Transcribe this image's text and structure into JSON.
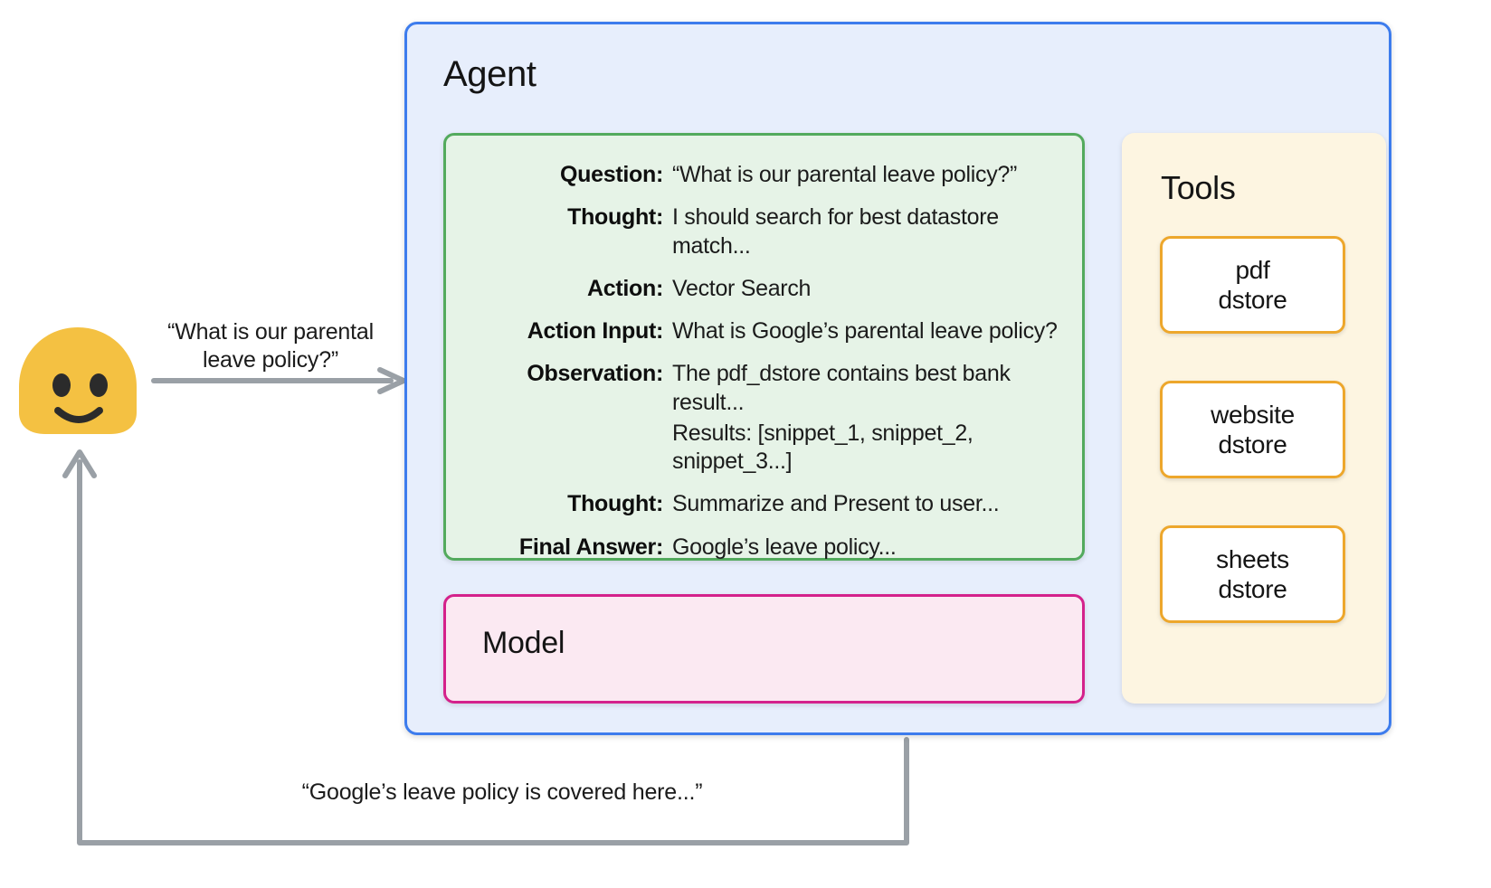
{
  "user": {
    "avatar_name": "user-blob-avatar",
    "avatar_color": "#f4c142",
    "question_bubble": "“What is our parental\nleave policy?”",
    "answer_bubble": "“Google’s leave policy is covered here...”"
  },
  "agent": {
    "title": "Agent",
    "border_color": "#3d7ced",
    "fill_color": "#e7eefc"
  },
  "trace": {
    "border_color": "#53aa5d",
    "fill_color": "#e6f3e7",
    "rows": [
      {
        "label": "Question:",
        "value": "“What is our parental leave policy?”",
        "value2": ""
      },
      {
        "label": "Thought:",
        "value": "I should search for best datastore match...",
        "value2": ""
      },
      {
        "label": "Action:",
        "value": "Vector Search",
        "value2": ""
      },
      {
        "label": "Action Input:",
        "value": "What is Google’s parental leave policy?",
        "value2": ""
      },
      {
        "label": "Observation:",
        "value": "The pdf_dstore contains best bank result...",
        "value2": "Results: [snippet_1, snippet_2, snippet_3...]"
      },
      {
        "label": "Thought:",
        "value": "Summarize and Present to user...",
        "value2": ""
      },
      {
        "label": "Final Answer:",
        "value": "Google’s leave policy...",
        "value2": ""
      }
    ]
  },
  "model": {
    "title": "Model",
    "border_color": "#d4218b",
    "fill_color": "#fbe9f2"
  },
  "tools": {
    "title": "Tools",
    "border_color": "#eda72c",
    "fill_color": "#fdf5e1",
    "items": [
      {
        "line1": "pdf",
        "line2": "dstore"
      },
      {
        "line1": "website",
        "line2": "dstore"
      },
      {
        "line1": "sheets",
        "line2": "dstore"
      }
    ]
  },
  "connectors": {
    "arrow_color": "#9aa0a6",
    "dotted_color": "#9aa0a6"
  }
}
